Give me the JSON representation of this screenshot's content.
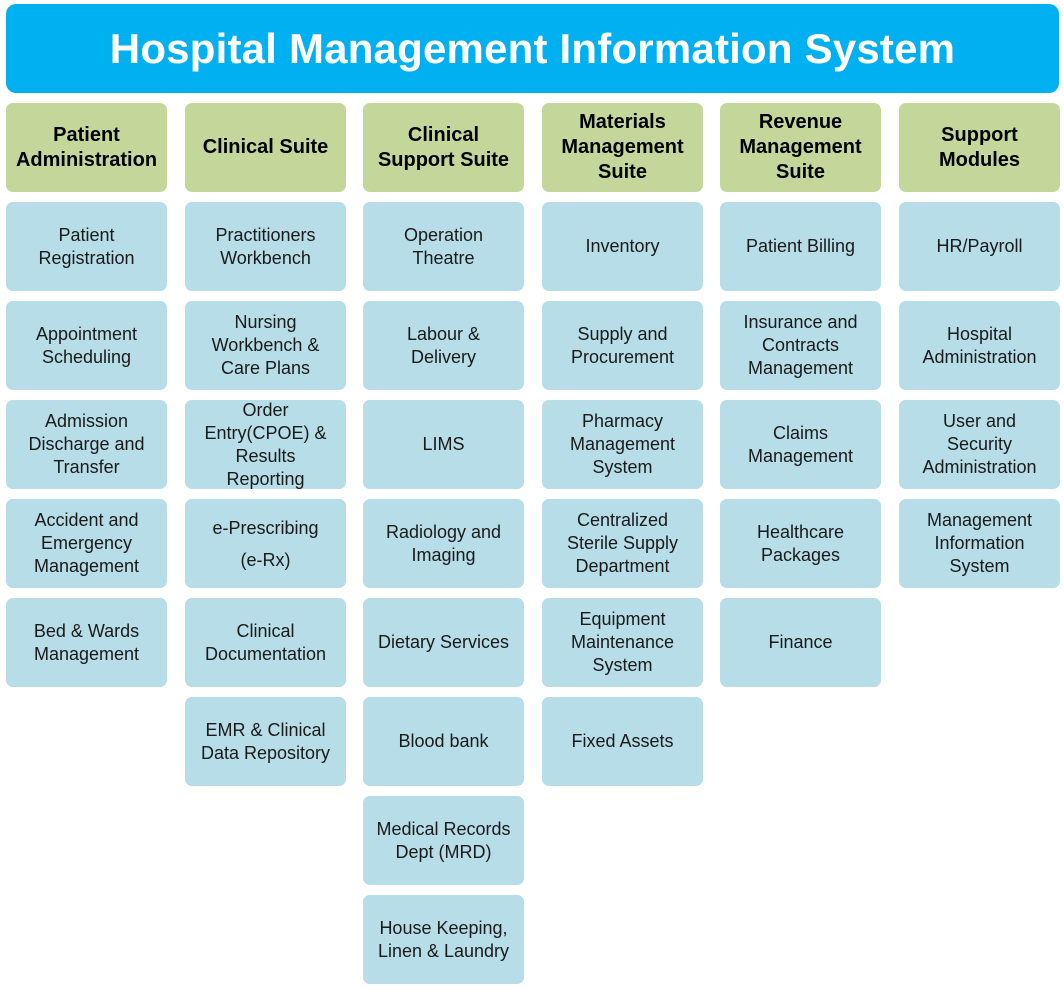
{
  "title": "Hospital Management Information System",
  "colors": {
    "title_bg": "#00b0f0",
    "header_bg": "#c4d79b",
    "module_bg": "#b7dde8"
  },
  "columns": [
    {
      "header": "Patient\nAdministration",
      "modules": [
        "Patient\nRegistration",
        "Appointment\nScheduling",
        "Admission\nDischarge and\nTransfer",
        "Accident and\nEmergency\nManagement",
        "Bed & Wards\nManagement"
      ]
    },
    {
      "header": "Clinical Suite",
      "modules": [
        "Practitioners\nWorkbench",
        "Nursing\nWorkbench &\nCare Plans",
        "Order\nEntry(CPOE) &\nResults\nReporting",
        "e-Prescribing\n(e-Rx)",
        "Clinical\nDocumentation",
        "EMR & Clinical\nData Repository"
      ]
    },
    {
      "header": "Clinical\nSupport Suite",
      "modules": [
        "Operation\nTheatre",
        "Labour &\nDelivery",
        "LIMS",
        "Radiology and\nImaging",
        "Dietary Services",
        "Blood bank",
        "Medical Records\nDept (MRD)",
        "House Keeping,\nLinen & Laundry"
      ]
    },
    {
      "header": "Materials\nManagement\nSuite",
      "modules": [
        "Inventory",
        "Supply and\nProcurement",
        "Pharmacy\nManagement\nSystem",
        "Centralized\nSterile Supply\nDepartment",
        "Equipment\nMaintenance\nSystem",
        "Fixed Assets"
      ]
    },
    {
      "header": "Revenue\nManagement\nSuite",
      "modules": [
        "Patient Billing",
        "Insurance and\nContracts\nManagement",
        "Claims\nManagement",
        "Healthcare\nPackages",
        "Finance"
      ]
    },
    {
      "header": "Support\nModules",
      "modules": [
        "HR/Payroll",
        "Hospital\nAdministration",
        "User and\nSecurity\nAdministration",
        "Management\nInformation\nSystem"
      ]
    }
  ]
}
